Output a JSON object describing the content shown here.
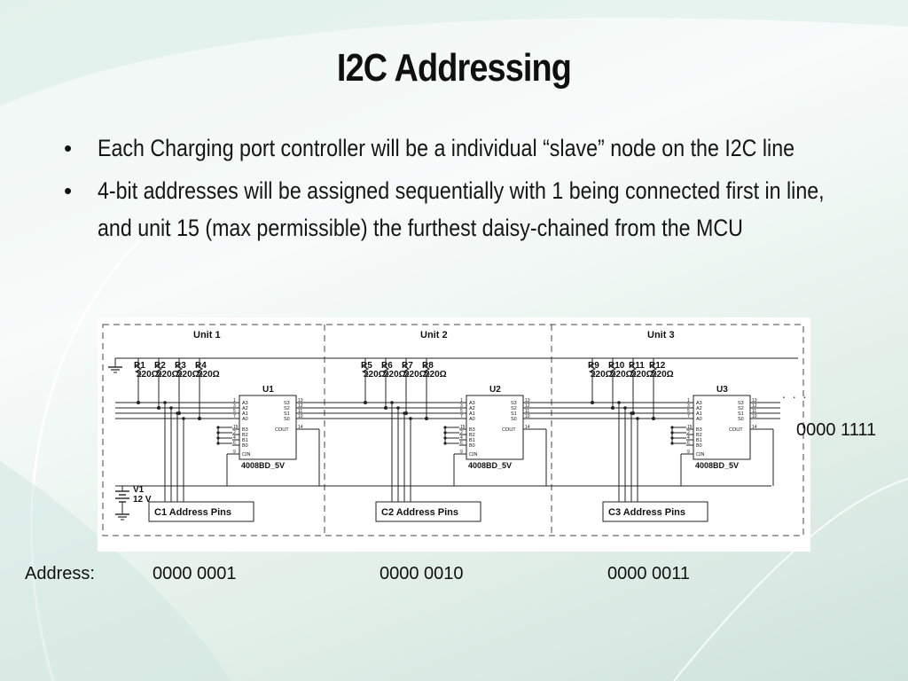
{
  "slide": {
    "title": "I2C Addressing",
    "bullets": [
      "Each Charging port controller will be a individual “slave” node on the I2C line",
      "4-bit addresses will be assigned sequentially with 1 being connected first in line, and unit 15 (max permissible) the furthest daisy-chained from the MCU"
    ]
  },
  "diagram": {
    "units": [
      {
        "label": "Unit 1",
        "ic": "U1",
        "part": "4008BD_5V",
        "resistors": [
          "R1",
          "R2",
          "R3",
          "R4"
        ],
        "value": "220Ω",
        "pins_label": "C1 Address Pins"
      },
      {
        "label": "Unit 2",
        "ic": "U2",
        "part": "4008BD_5V",
        "resistors": [
          "R5",
          "R6",
          "R7",
          "R8"
        ],
        "value": "220Ω",
        "pins_label": "C2 Address Pins"
      },
      {
        "label": "Unit 3",
        "ic": "U3",
        "part": "4008BD_5V",
        "resistors": [
          "R9",
          "R10",
          "R11",
          "R12"
        ],
        "value": "220Ω",
        "pins_label": "C3 Address Pins"
      }
    ],
    "source": {
      "name": "V1",
      "voltage": "12 V"
    },
    "ic_left_pins": [
      "A3",
      "A2",
      "A1",
      "A0",
      "B3",
      "B2",
      "B1",
      "B0",
      "CIN"
    ],
    "ic_left_nums": [
      "1",
      "3",
      "5",
      "7",
      "15",
      "2",
      "4",
      "6",
      "9"
    ],
    "ic_right_pins": [
      "S3",
      "S2",
      "S1",
      "S0",
      "COUT"
    ],
    "ic_right_nums": [
      "13",
      "12",
      "11",
      "10",
      "14"
    ],
    "ellipsis": ". . .",
    "extra_address": "0000 1111"
  },
  "addresses": {
    "label": "Address:",
    "values": [
      "0000 0001",
      "0000 0010",
      "0000 0011"
    ]
  }
}
